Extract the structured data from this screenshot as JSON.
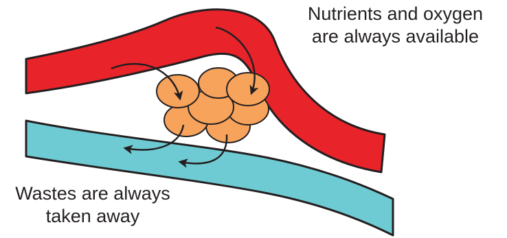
{
  "captions": {
    "supply": {
      "line1": "Nutrients and oxygen",
      "line2": "are always available"
    },
    "removal": {
      "line1": "Wastes are always",
      "line2": "taken away"
    }
  },
  "colors": {
    "artery": "#e8232a",
    "vein": "#6fcbd3",
    "cells": "#f7a35c",
    "outline": "#231f20",
    "background": "#ffffff"
  }
}
